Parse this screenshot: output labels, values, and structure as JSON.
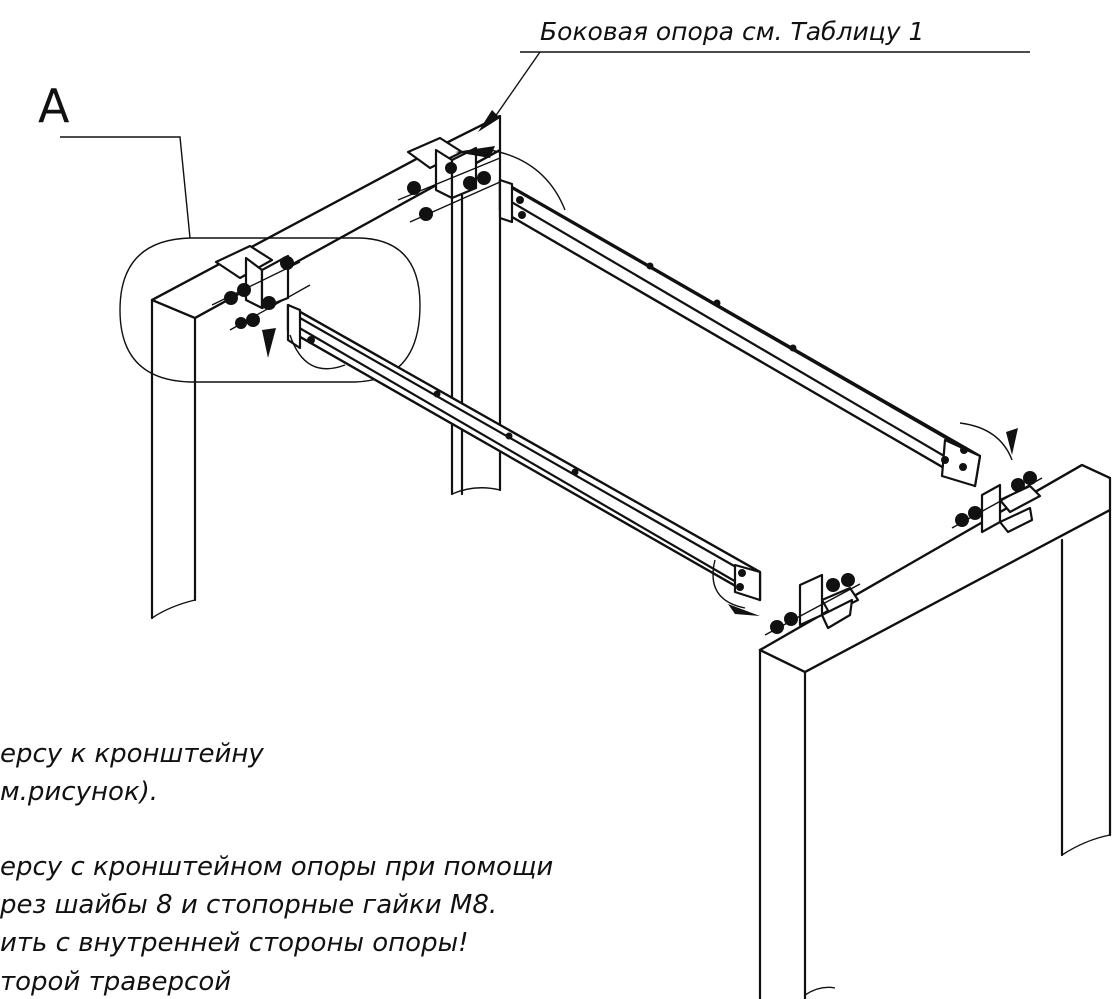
{
  "callouts": {
    "side_support": "Боковая опора см. Таблицу 1",
    "detail_label": "А"
  },
  "instructions": {
    "line1": "ерсу к кронштейну",
    "line2": "м.рисунок).",
    "line3": "ерсу с кронштейном опоры при помощи",
    "line4": "рез шайбы 8 и стопорные гайки М8.",
    "line5": "ить с внутренней стороны опоры!",
    "line6": "торой траверсой"
  }
}
